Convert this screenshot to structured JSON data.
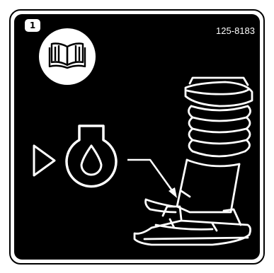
{
  "label": {
    "section_number": "1",
    "part_number": "125-8183"
  },
  "icons": {
    "manual": "read-operators-manual-icon",
    "oil": "engine-oil-icon",
    "fill_point": "triangle-pointer-icon",
    "machine": "vibratory-compactor-illustration"
  },
  "colors": {
    "background": "#000000",
    "foreground": "#ffffff",
    "frame": "#000000"
  }
}
